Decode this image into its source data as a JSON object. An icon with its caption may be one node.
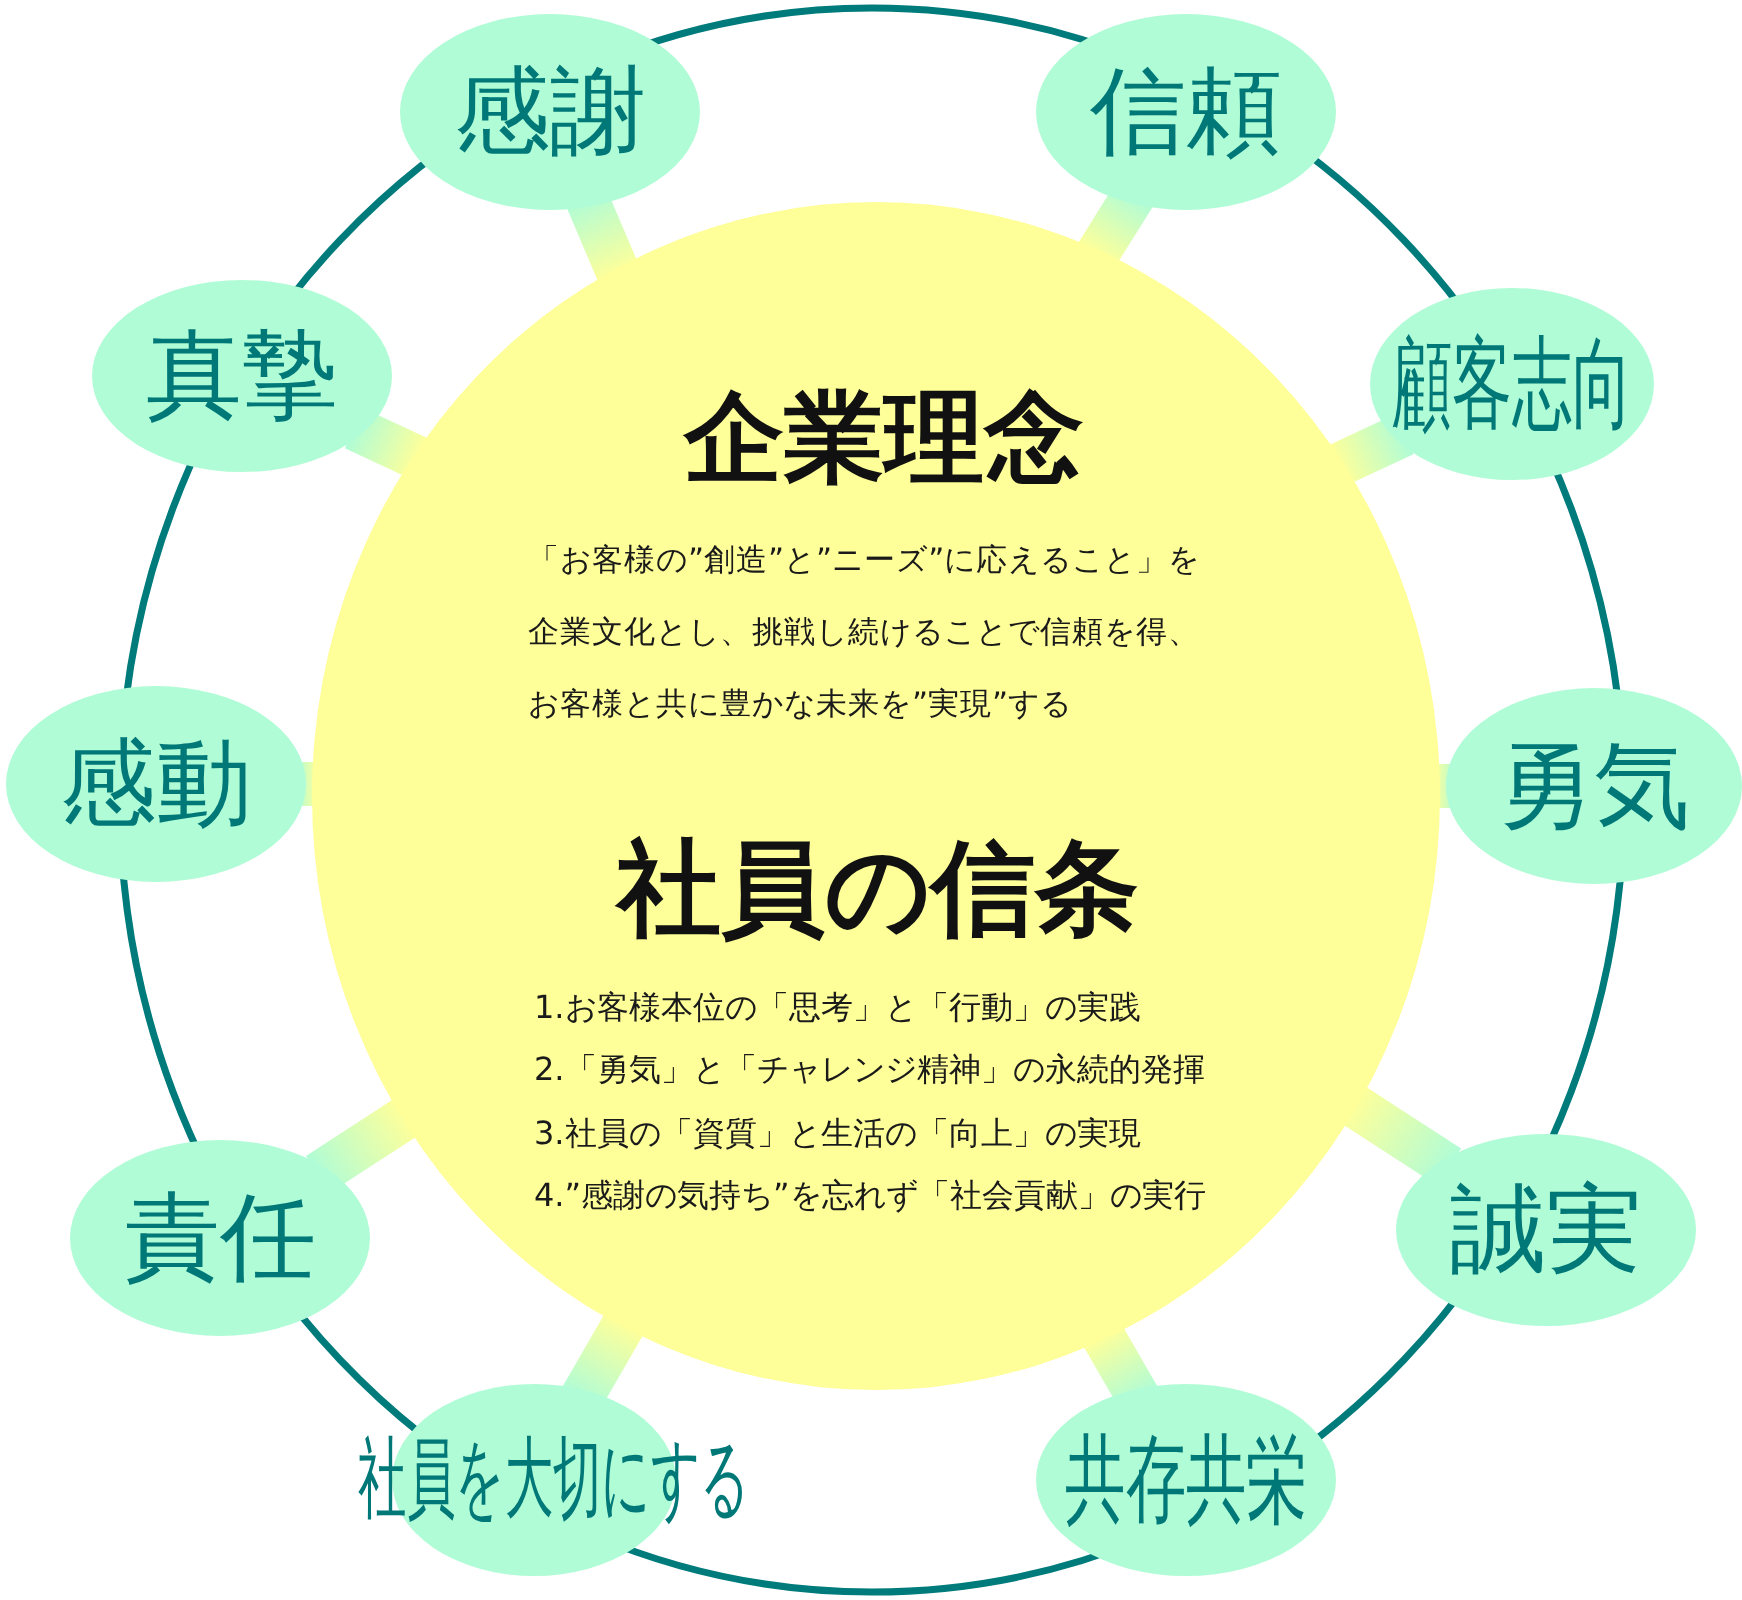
{
  "diagram": {
    "nodes": [
      {
        "text": [
          "感謝"
        ]
      },
      {
        "text": [
          "信頼"
        ]
      },
      {
        "text": [
          "真摯"
        ]
      },
      {
        "text": [
          "顧客志向"
        ]
      },
      {
        "text": [
          "企業理念",
          "「お客様の”創造”と”ニーズ”に応えること」を企業文化とし、挑戦し続けることで信頼を得、お客様と共に豊かな未来を”実現”する",
          "社員の信条",
          "1.お客様本位の「思考」と「行動」の実践",
          "2.「勇気」と「チャレンジ精神」の永続的発揮",
          "3.社員の「資質」と生活の「向上」の実現",
          "4.”感謝の気持ち”を忘れず「社会貢献」の実行"
        ]
      },
      {
        "text": [
          "感動"
        ]
      },
      {
        "text": [
          "勇気"
        ]
      },
      {
        "text": [
          "責任"
        ]
      },
      {
        "text": [
          "誠実"
        ]
      },
      {
        "text": [
          "社員を大切にする"
        ]
      },
      {
        "text": [
          "共存共栄"
        ]
      }
    ],
    "edges": [
      {
        "from": 4,
        "to": 0,
        "arrow": "none"
      },
      {
        "from": 4,
        "to": 1,
        "arrow": "none"
      },
      {
        "from": 4,
        "to": 2,
        "arrow": "none"
      },
      {
        "from": 4,
        "to": 3,
        "arrow": "none"
      },
      {
        "from": 4,
        "to": 5,
        "arrow": "none"
      },
      {
        "from": 4,
        "to": 6,
        "arrow": "none"
      },
      {
        "from": 4,
        "to": 7,
        "arrow": "none"
      },
      {
        "from": 4,
        "to": 8,
        "arrow": "none"
      },
      {
        "from": 4,
        "to": 9,
        "arrow": "none"
      },
      {
        "from": 4,
        "to": 10,
        "arrow": "none"
      }
    ]
  }
}
